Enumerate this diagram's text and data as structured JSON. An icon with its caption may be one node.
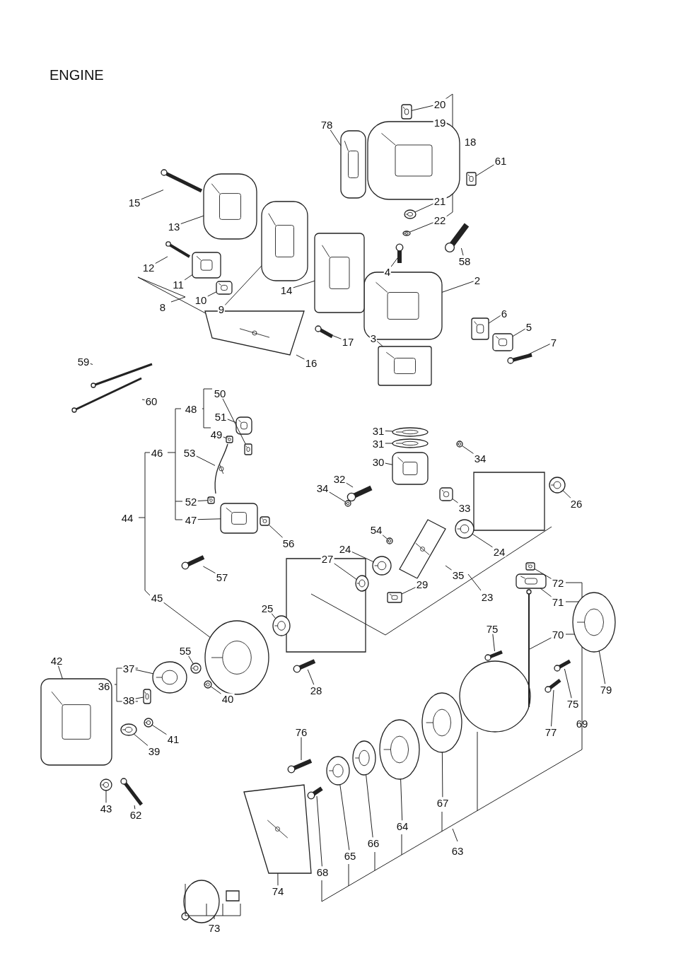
{
  "diagram": {
    "title": "ENGINE",
    "nodes": [
      {
        "text": [
          "20"
        ]
      },
      {
        "text": [
          "19"
        ]
      },
      {
        "text": [
          "78"
        ]
      },
      {
        "text": [
          "61"
        ]
      },
      {
        "text": [
          "15"
        ]
      },
      {
        "text": [
          "21"
        ]
      },
      {
        "text": [
          "13"
        ]
      },
      {
        "text": [
          "22"
        ]
      },
      {
        "text": [
          "12"
        ]
      },
      {
        "text": [
          "58"
        ]
      },
      {
        "text": [
          "4"
        ]
      },
      {
        "text": [
          "11"
        ]
      },
      {
        "text": [
          "2"
        ]
      },
      {
        "text": [
          "10"
        ]
      },
      {
        "text": [
          "14"
        ]
      },
      {
        "text": [
          "9"
        ]
      },
      {
        "text": [
          "6"
        ]
      },
      {
        "text": [
          "5"
        ]
      },
      {
        "text": [
          "3"
        ]
      },
      {
        "text": [
          "17"
        ]
      },
      {
        "text": [
          "7"
        ]
      },
      {
        "text": [
          "16"
        ]
      },
      {
        "text": [
          "59"
        ]
      },
      {
        "text": [
          "50"
        ]
      },
      {
        "text": [
          "60"
        ]
      },
      {
        "text": [
          "51"
        ]
      },
      {
        "text": [
          "31"
        ]
      },
      {
        "text": [
          "49"
        ]
      },
      {
        "text": [
          "31"
        ]
      },
      {
        "text": [
          "53"
        ]
      },
      {
        "text": [
          "34"
        ]
      },
      {
        "text": [
          "30"
        ]
      },
      {
        "text": [
          "32"
        ]
      },
      {
        "text": [
          "34"
        ]
      },
      {
        "text": [
          "52"
        ]
      },
      {
        "text": [
          "26"
        ]
      },
      {
        "text": [
          "33"
        ]
      },
      {
        "text": [
          "47"
        ]
      },
      {
        "text": [
          "54"
        ]
      },
      {
        "text": [
          "56"
        ]
      },
      {
        "text": [
          "24"
        ]
      },
      {
        "text": [
          "24"
        ]
      },
      {
        "text": [
          "27"
        ]
      },
      {
        "text": [
          "57"
        ]
      },
      {
        "text": [
          "35"
        ]
      },
      {
        "text": [
          "72"
        ]
      },
      {
        "text": [
          "29"
        ]
      },
      {
        "text": [
          "71"
        ]
      },
      {
        "text": [
          "45"
        ]
      },
      {
        "text": [
          "25"
        ]
      },
      {
        "text": [
          "75"
        ]
      },
      {
        "text": [
          "70"
        ]
      },
      {
        "text": [
          "42"
        ]
      },
      {
        "text": [
          "55"
        ]
      },
      {
        "text": [
          "37"
        ]
      },
      {
        "text": [
          "79"
        ]
      },
      {
        "text": [
          "40"
        ]
      },
      {
        "text": [
          "28"
        ]
      },
      {
        "text": [
          "38"
        ]
      },
      {
        "text": [
          "75"
        ]
      },
      {
        "text": [
          "77"
        ]
      },
      {
        "text": [
          "41"
        ]
      },
      {
        "text": [
          "39"
        ]
      },
      {
        "text": [
          "76"
        ]
      },
      {
        "text": [
          "67"
        ]
      },
      {
        "text": [
          "43"
        ]
      },
      {
        "text": [
          "62"
        ]
      },
      {
        "text": [
          "64"
        ]
      },
      {
        "text": [
          "66"
        ]
      },
      {
        "text": [
          "65"
        ]
      },
      {
        "text": [
          "68"
        ]
      },
      {
        "text": [
          "74"
        ]
      },
      {
        "text": [],
        "shape": "picture"
      },
      {
        "text": [],
        "shape": "picture"
      },
      {
        "text": [],
        "shape": "picture"
      },
      {
        "text": [],
        "shape": "picture"
      },
      {
        "text": [],
        "shape": "picture"
      },
      {
        "text": [],
        "shape": "picture"
      },
      {
        "text": [],
        "shape": "picture"
      },
      {
        "text": [],
        "shape": "picture"
      },
      {
        "text": [],
        "shape": "picture"
      },
      {
        "text": [],
        "shape": "picture"
      },
      {
        "text": [],
        "shape": "picture"
      },
      {
        "text": [],
        "shape": "picture"
      },
      {
        "text": [],
        "shape": "picture"
      },
      {
        "text": [],
        "shape": "picture"
      },
      {
        "text": [],
        "shape": "picture"
      },
      {
        "text": [],
        "shape": "picture"
      },
      {
        "text": [],
        "shape": "picture"
      },
      {
        "text": [],
        "shape": "picture"
      },
      {
        "text": [],
        "shape": "picture"
      },
      {
        "text": [],
        "shape": "picture"
      },
      {
        "text": [],
        "shape": "picture"
      },
      {
        "text": [],
        "shape": "picture"
      },
      {
        "text": [],
        "shape": "picture"
      },
      {
        "text": [],
        "shape": "picture"
      },
      {
        "text": [],
        "shape": "picture"
      },
      {
        "text": [],
        "shape": "picture"
      },
      {
        "text": [],
        "shape": "picture"
      },
      {
        "text": [],
        "shape": "picture"
      },
      {
        "text": [],
        "shape": "picture"
      },
      {
        "text": [],
        "shape": "picture"
      },
      {
        "text": [],
        "shape": "picture"
      },
      {
        "text": [],
        "shape": "picture"
      },
      {
        "text": [],
        "shape": "picture"
      },
      {
        "text": [],
        "shape": "picture"
      },
      {
        "text": [],
        "shape": "picture"
      },
      {
        "text": [],
        "shape": "picture"
      },
      {
        "text": [],
        "shape": "picture"
      },
      {
        "text": [],
        "shape": "picture"
      },
      {
        "text": [],
        "shape": "picture"
      },
      {
        "text": [],
        "shape": "picture"
      },
      {
        "text": [],
        "shape": "picture"
      },
      {
        "text": [],
        "shape": "picture"
      },
      {
        "text": [],
        "shape": "picture"
      },
      {
        "text": [],
        "shape": "picture"
      },
      {
        "text": [],
        "shape": "picture"
      },
      {
        "text": [],
        "shape": "picture"
      },
      {
        "text": [],
        "shape": "picture"
      },
      {
        "text": [],
        "shape": "picture"
      },
      {
        "text": [],
        "shape": "picture"
      },
      {
        "text": [],
        "shape": "picture"
      },
      {
        "text": [],
        "shape": "picture"
      },
      {
        "text": [],
        "shape": "picture"
      },
      {
        "text": [],
        "shape": "picture"
      },
      {
        "text": [],
        "shape": "picture"
      },
      {
        "text": [],
        "shape": "picture"
      },
      {
        "text": [],
        "shape": "picture"
      },
      {
        "text": [],
        "shape": "picture"
      },
      {
        "text": [],
        "shape": "picture"
      },
      {
        "text": [],
        "shape": "picture"
      },
      {
        "text": [],
        "shape": "picture"
      },
      {
        "text": [],
        "shape": "picture"
      },
      {
        "text": [],
        "shape": "picture"
      },
      {
        "text": [],
        "shape": "picture"
      },
      {
        "text": [],
        "shape": "picture"
      },
      {
        "text": [],
        "shape": "picture"
      },
      {
        "text": [],
        "shape": "picture"
      },
      {
        "text": [],
        "shape": "picture"
      },
      {
        "text": [],
        "shape": "picture"
      },
      {
        "text": [],
        "shape": "picture"
      },
      {
        "text": [],
        "shape": "picture"
      },
      {
        "text": [],
        "shape": "picture"
      },
      {
        "text": [],
        "shape": "picture"
      }
    ],
    "edges": [
      {
        "from": 0,
        "to": 72,
        "arrow": "none"
      },
      {
        "from": 1,
        "to": 73,
        "arrow": "none"
      },
      {
        "from": 2,
        "to": 74,
        "arrow": "none"
      },
      {
        "from": 3,
        "to": 75,
        "arrow": "none"
      },
      {
        "from": 4,
        "to": 76,
        "arrow": "none"
      },
      {
        "from": 5,
        "to": 77,
        "arrow": "none"
      },
      {
        "from": 6,
        "to": 78,
        "arrow": "none"
      },
      {
        "from": 7,
        "to": 79,
        "arrow": "none"
      },
      {
        "from": 8,
        "to": 80,
        "arrow": "none"
      },
      {
        "from": 9,
        "to": 81,
        "arrow": "none"
      },
      {
        "from": 10,
        "to": 82,
        "arrow": "none"
      },
      {
        "from": 11,
        "to": 83,
        "arrow": "none"
      },
      {
        "from": 12,
        "to": 84,
        "arrow": "none"
      },
      {
        "from": 13,
        "to": 85,
        "arrow": "none"
      },
      {
        "from": 14,
        "to": 86,
        "arrow": "none"
      },
      {
        "from": 15,
        "to": 87,
        "arrow": "none"
      },
      {
        "from": 16,
        "to": 88,
        "arrow": "none"
      },
      {
        "from": 17,
        "to": 89,
        "arrow": "none"
      },
      {
        "from": 18,
        "to": 90,
        "arrow": "none"
      },
      {
        "from": 19,
        "to": 91,
        "arrow": "none"
      },
      {
        "from": 20,
        "to": 92,
        "arrow": "none"
      },
      {
        "from": 21,
        "to": 93,
        "arrow": "none"
      },
      {
        "from": 22,
        "to": 94,
        "arrow": "none"
      },
      {
        "from": 23,
        "to": 95,
        "arrow": "none"
      },
      {
        "from": 24,
        "to": 96,
        "arrow": "none"
      },
      {
        "from": 25,
        "to": 97,
        "arrow": "none"
      },
      {
        "from": 26,
        "to": 98,
        "arrow": "none"
      },
      {
        "from": 27,
        "to": 99,
        "arrow": "none"
      },
      {
        "from": 28,
        "to": 100,
        "arrow": "none"
      },
      {
        "from": 29,
        "to": 101,
        "arrow": "none"
      },
      {
        "from": 30,
        "to": 102,
        "arrow": "none"
      },
      {
        "from": 31,
        "to": 103,
        "arrow": "none"
      },
      {
        "from": 32,
        "to": 104,
        "arrow": "none"
      },
      {
        "from": 33,
        "to": 105,
        "arrow": "none"
      },
      {
        "from": 34,
        "to": 106,
        "arrow": "none"
      },
      {
        "from": 35,
        "to": 107,
        "arrow": "none"
      },
      {
        "from": 36,
        "to": 108,
        "arrow": "none"
      },
      {
        "from": 37,
        "to": 109,
        "arrow": "none"
      },
      {
        "from": 38,
        "to": 110,
        "arrow": "none"
      },
      {
        "from": 39,
        "to": 111,
        "arrow": "none"
      },
      {
        "from": 40,
        "to": 112,
        "arrow": "none"
      },
      {
        "from": 41,
        "to": 113,
        "arrow": "none"
      },
      {
        "from": 42,
        "to": 114,
        "arrow": "none"
      },
      {
        "from": 43,
        "to": 115,
        "arrow": "none"
      },
      {
        "from": 44,
        "to": 116,
        "arrow": "none"
      },
      {
        "from": 45,
        "to": 117,
        "arrow": "none"
      },
      {
        "from": 46,
        "to": 118,
        "arrow": "none"
      },
      {
        "from": 47,
        "to": 119,
        "arrow": "none"
      },
      {
        "from": 48,
        "to": 120,
        "arrow": "none"
      },
      {
        "from": 49,
        "to": 121,
        "arrow": "none"
      },
      {
        "from": 50,
        "to": 122,
        "arrow": "none"
      },
      {
        "from": 51,
        "to": 123,
        "arrow": "none"
      },
      {
        "from": 52,
        "to": 124,
        "arrow": "none"
      },
      {
        "from": 53,
        "to": 125,
        "arrow": "none"
      },
      {
        "from": 54,
        "to": 126,
        "arrow": "none"
      },
      {
        "from": 55,
        "to": 127,
        "arrow": "none"
      },
      {
        "from": 56,
        "to": 128,
        "arrow": "none"
      },
      {
        "from": 57,
        "to": 129,
        "arrow": "none"
      },
      {
        "from": 58,
        "to": 130,
        "arrow": "none"
      },
      {
        "from": 59,
        "to": 131,
        "arrow": "none"
      },
      {
        "from": 60,
        "to": 132,
        "arrow": "none"
      },
      {
        "from": 61,
        "to": 133,
        "arrow": "none"
      },
      {
        "from": 62,
        "to": 134,
        "arrow": "none"
      },
      {
        "from": 63,
        "to": 135,
        "arrow": "none"
      },
      {
        "from": 64,
        "to": 136,
        "arrow": "none"
      },
      {
        "from": 65,
        "to": 137,
        "arrow": "none"
      },
      {
        "from": 66,
        "to": 138,
        "arrow": "none"
      },
      {
        "from": 67,
        "to": 139,
        "arrow": "none"
      },
      {
        "from": 68,
        "to": 140,
        "arrow": "none"
      },
      {
        "from": 69,
        "to": 141,
        "arrow": "none"
      },
      {
        "from": 70,
        "to": 142,
        "arrow": "none"
      },
      {
        "from": 71,
        "to": 143,
        "arrow": "none"
      }
    ],
    "labels": [
      "18",
      "8",
      "48",
      "46",
      "44",
      "23",
      "36",
      "69",
      "63",
      "73"
    ]
  }
}
